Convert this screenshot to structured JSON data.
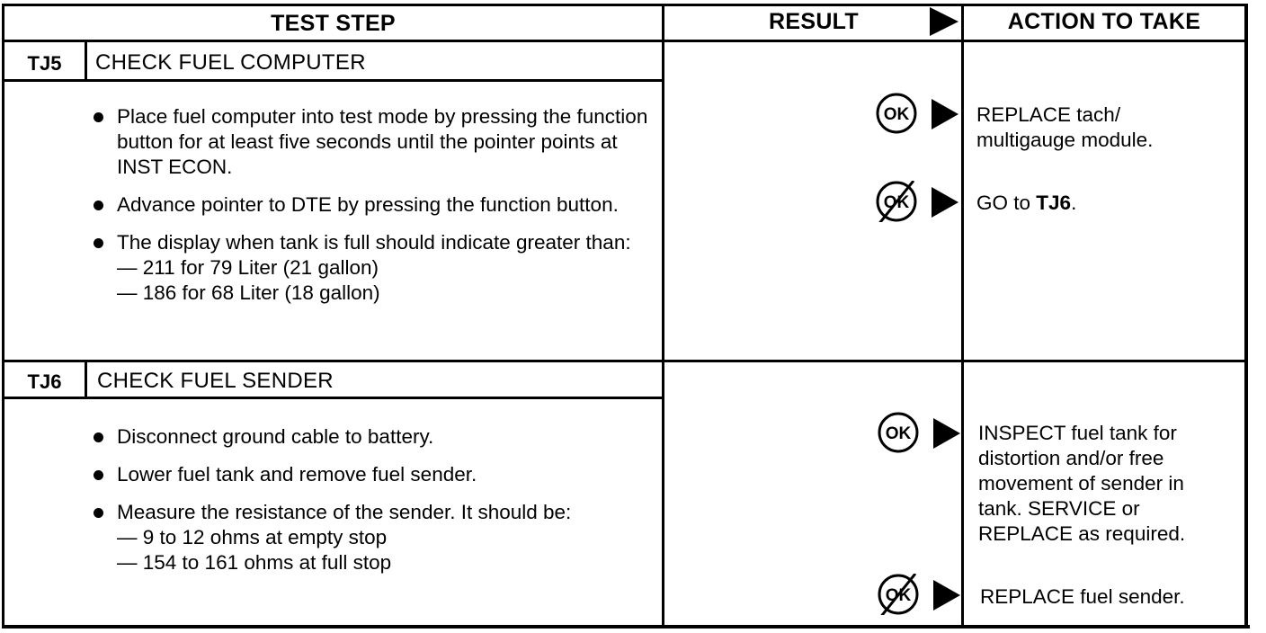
{
  "header": {
    "test_step": "TEST STEP",
    "result": "RESULT",
    "action": "ACTION TO TAKE"
  },
  "steps": [
    {
      "id": "TJ5",
      "title": "CHECK FUEL COMPUTER",
      "bullets": [
        {
          "text": "Place fuel computer into test mode by pressing the function button for at least five seconds until the pointer points at INST ECON.",
          "subs": []
        },
        {
          "text": "Advance pointer to DTE by pressing the function button.",
          "subs": []
        },
        {
          "text": "The display when tank is full should indicate greater than:",
          "subs": [
            "— 211 for 79 Liter (21 gallon)",
            "— 186 for 68 Liter (18 gallon)"
          ]
        }
      ],
      "results": [
        {
          "icon": "ok-icon",
          "label": "OK",
          "action": "REPLACE tach/ multigauge module."
        },
        {
          "icon": "not-ok-icon",
          "label": "OK",
          "action_prefix": "GO to ",
          "action_bold": "TJ6",
          "action_suffix": "."
        }
      ]
    },
    {
      "id": "TJ6",
      "title": "CHECK FUEL SENDER",
      "bullets": [
        {
          "text": "Disconnect ground cable to battery.",
          "subs": []
        },
        {
          "text": "Lower fuel tank and remove fuel sender.",
          "subs": []
        },
        {
          "text": "Measure the resistance of the sender. It should be:",
          "subs": [
            "— 9 to 12 ohms at empty stop",
            "— 154 to 161 ohms at full stop"
          ]
        }
      ],
      "results": [
        {
          "icon": "ok-icon",
          "label": "OK",
          "action": "INSPECT fuel tank for distortion and/or free movement of sender in tank. SERVICE or REPLACE as required."
        },
        {
          "icon": "not-ok-icon",
          "label": "OK",
          "action": "REPLACE fuel sender."
        }
      ]
    }
  ]
}
